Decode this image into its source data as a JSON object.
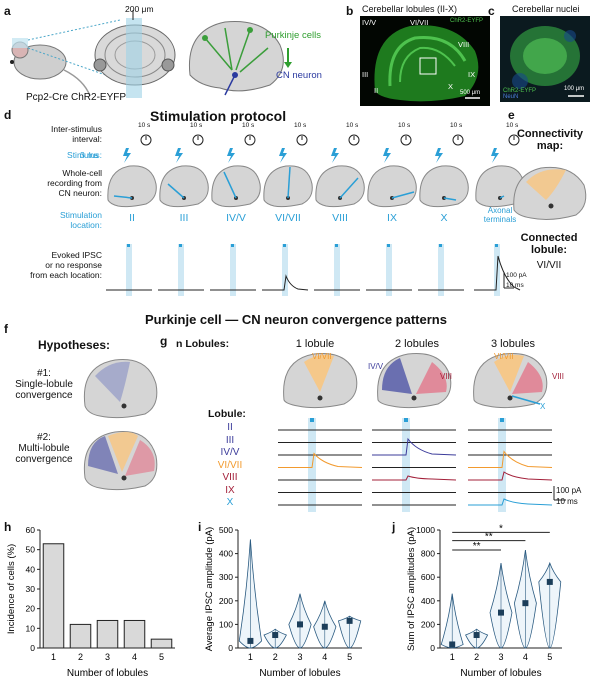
{
  "panels": {
    "a": "a",
    "b": "b",
    "c": "c",
    "d": "d",
    "e": "e",
    "f": "f",
    "g": "g",
    "h": "h",
    "i": "i",
    "j": "j"
  },
  "a": {
    "scale": "200 μm",
    "mouse_label": "Pcp2-Cre ChR2-EYFP",
    "pc_label": "Purkinje cells",
    "cn_label": "CN neuron"
  },
  "b": {
    "title": "Cerebellar lobules (II-X)",
    "lobules": [
      "IV/V",
      "VI/VII",
      "VIII",
      "III",
      "II",
      "IX",
      "X"
    ],
    "tag": "ChR2-EYFP",
    "scale": "500 μm"
  },
  "c": {
    "title": "Cerebellar nuclei",
    "tag1": "ChR2-EYFP",
    "tag2": "NeuN",
    "scale": "100 μm"
  },
  "d": {
    "title": "Stimulation protocol",
    "isi_label": "Inter-stimulus\ninterval:",
    "isi": "10 s",
    "stim_label": "Stimulus:",
    "stim": "3 ms",
    "rec_label": "Whole-cell\nrecording from\nCN neuron:",
    "loc_label": "Stimulation\nlocation:",
    "locations": [
      "II",
      "III",
      "IV/V",
      "VI/VII",
      "VIII",
      "IX",
      "X",
      "Axonal\nterminals"
    ],
    "evoked_label": "Evoked IPSC\nor no response\nfrom each location:",
    "scale_pa": "100 pA",
    "scale_ms": "10 ms"
  },
  "e": {
    "title": "Connectivity\nmap:",
    "connected": "Connected\nlobule:",
    "lobule": "VI/VII"
  },
  "section_title": "Purkinje cell — CN neuron convergence patterns",
  "f": {
    "title": "Hypotheses:",
    "h1": "#1:\nSingle-lobule\nconvergence",
    "h2": "#2:\nMulti-lobule\nconvergence"
  },
  "g": {
    "n_label": "n Lobules:",
    "cols": [
      "1 lobule",
      "2 lobules",
      "3 lobules"
    ],
    "lobule_label": "Lobule:",
    "lobules": [
      "II",
      "III",
      "IV/V",
      "VI/VII",
      "VIII",
      "IX",
      "X"
    ],
    "lobule_colors": [
      "#3b3b9a",
      "#3b3b9a",
      "#3b3b9a",
      "#f29a2e",
      "#a3203a",
      "#a3203a",
      "#2a9fd6"
    ],
    "col1_tags": [
      "VI/VII"
    ],
    "col2_tags": [
      "IV/V",
      "VIII"
    ],
    "col3_tags": [
      "VI/VII",
      "VIII",
      "X"
    ],
    "scale_pa": "100 pA",
    "scale_ms": "10 ms"
  },
  "chart_data": [
    {
      "type": "bar",
      "panel": "h",
      "categories": [
        "1",
        "2",
        "3",
        "4",
        "5"
      ],
      "values": [
        53,
        12,
        14,
        14,
        4.5
      ],
      "xlabel": "Number of lobules",
      "ylabel": "Incidence of cells (%)",
      "ylim": [
        0,
        60
      ],
      "yticks": [
        0,
        10,
        20,
        30,
        40,
        50,
        60
      ]
    },
    {
      "type": "scatter",
      "panel": "i",
      "categories": [
        "1",
        "2",
        "3",
        "4",
        "5"
      ],
      "medians": [
        30,
        55,
        100,
        90,
        115
      ],
      "max": [
        460,
        80,
        230,
        200,
        135
      ],
      "xlabel": "Number of lobules",
      "ylabel": "Average IPSC amplitude (pA)",
      "ylim": [
        0,
        500
      ],
      "yticks": [
        0,
        100,
        200,
        300,
        400,
        500
      ]
    },
    {
      "type": "scatter",
      "panel": "j",
      "categories": [
        "1",
        "2",
        "3",
        "4",
        "5"
      ],
      "medians": [
        30,
        110,
        300,
        380,
        560
      ],
      "max": [
        460,
        160,
        720,
        830,
        720
      ],
      "xlabel": "Number of lobules",
      "ylabel": "Sum of IPSC amplitudes (pA)",
      "ylim": [
        0,
        1000
      ],
      "yticks": [
        0,
        200,
        400,
        600,
        800,
        1000
      ],
      "annotations": [
        "**",
        "**",
        "*"
      ]
    }
  ]
}
